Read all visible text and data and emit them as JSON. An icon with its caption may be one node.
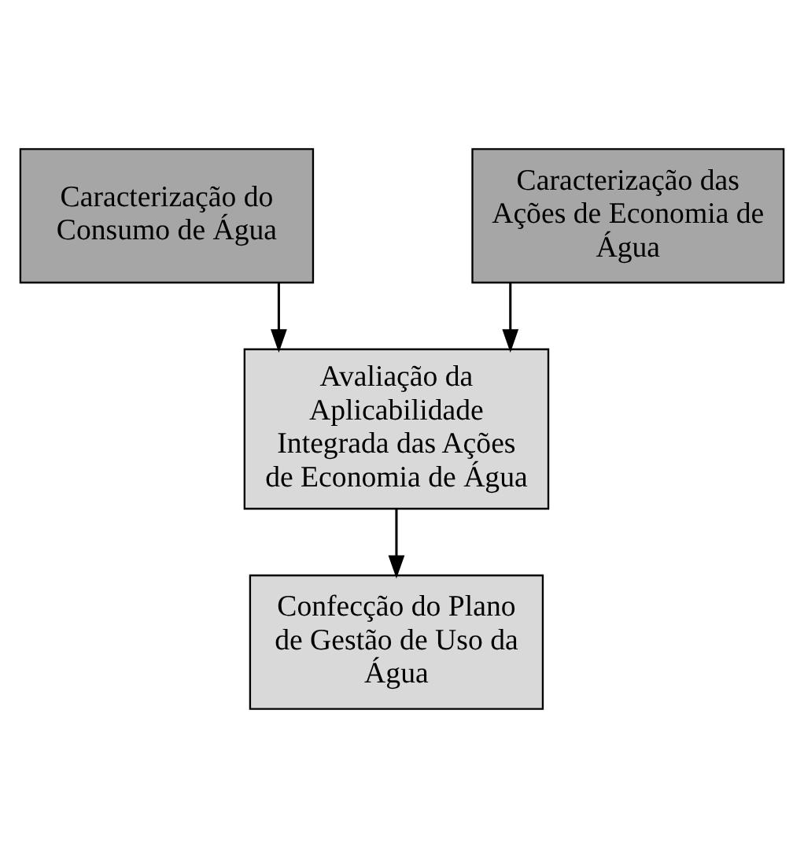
{
  "diagram": {
    "nodes": [
      {
        "text": [
          "Caracterização do Consumo de Água"
        ]
      },
      {
        "text": [
          "Caracterização das Ações de Economia de Água"
        ]
      },
      {
        "text": [
          "Avaliação da Aplicabilidade Integrada das Ações de Economia de Água"
        ]
      },
      {
        "text": [
          "Confecção do Plano de Gestão de Uso da Água"
        ]
      }
    ],
    "edges": [
      {
        "from": 0,
        "to": 2,
        "arrow": "to"
      },
      {
        "from": 1,
        "to": 2,
        "arrow": "to"
      },
      {
        "from": 2,
        "to": 3,
        "arrow": "to"
      }
    ]
  }
}
